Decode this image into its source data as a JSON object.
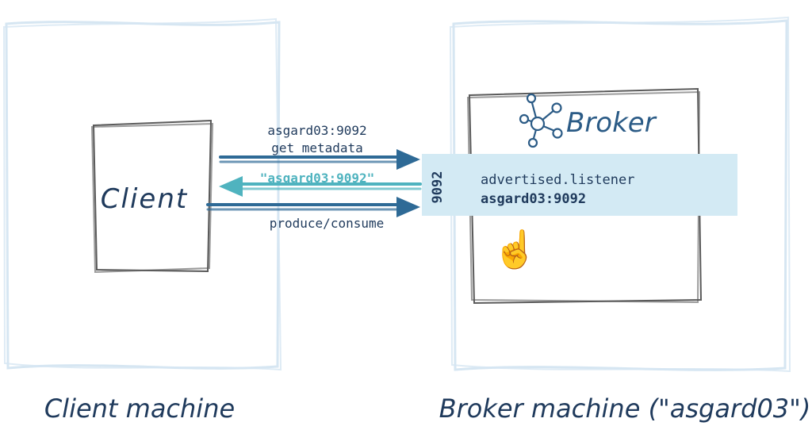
{
  "labels": {
    "client_box": "Client",
    "broker_title": "Broker",
    "port": "9092",
    "listener_key": "advertised.listener",
    "listener_value": "asgard03:9092",
    "request_host": "asgard03:9092",
    "request_action": "get metadata",
    "response": "\"asgard03:9092\"",
    "data_flow": "produce/consume",
    "client_machine": "Client machine",
    "broker_machine": "Broker machine (\"asgard03\")"
  },
  "pointer_emoji": "☝️",
  "colors": {
    "machine_outline": "#d6e6f2",
    "box_outline": "#5a5a5a",
    "arrow_dark": "#2e6a96",
    "arrow_teal": "#4fb3bf",
    "band": "#d3eaf4",
    "text_dark": "#1f3a5c",
    "broker_icon": "#2b5b86"
  },
  "icons": {
    "broker": "network-nodes-icon",
    "pointer": "pointing-finger-icon"
  }
}
